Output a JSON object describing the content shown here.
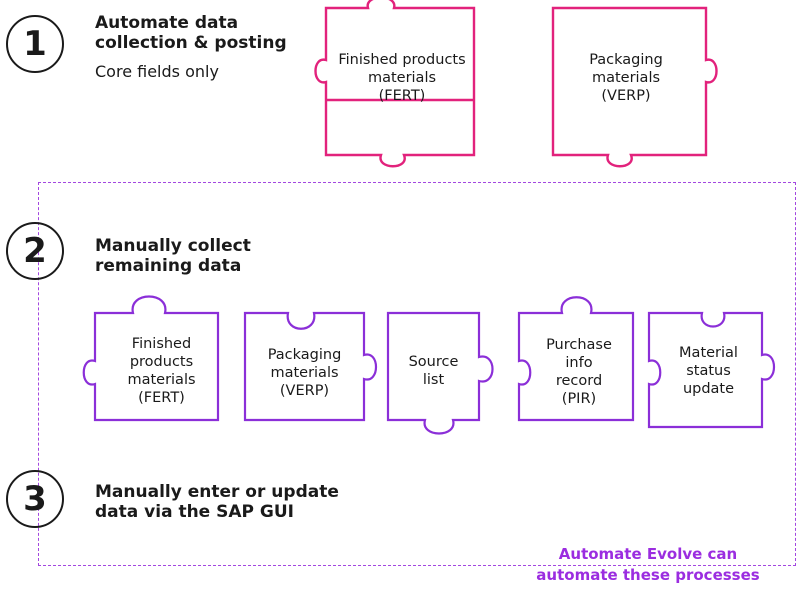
{
  "steps": [
    {
      "number": "1",
      "title": "Automate data\ncollection & posting",
      "subtitle": "Core fields only"
    },
    {
      "number": "2",
      "title": "Manually collect\nremaining data",
      "subtitle": ""
    },
    {
      "number": "3",
      "title": "Manually enter or update\ndata via the SAP GUI",
      "subtitle": ""
    }
  ],
  "automated_pieces": [
    {
      "label": "Finished products\nmaterials\n(FERT)"
    },
    {
      "label": "Packaging\nmaterials\n(VERP)"
    }
  ],
  "manual_pieces": [
    {
      "label": "Finished\nproducts\nmaterials\n(FERT)"
    },
    {
      "label": "Packaging\nmaterials\n(VERP)"
    },
    {
      "label": "Source\nlist"
    },
    {
      "label": "Purchase\ninfo\nrecord\n(PIR)"
    },
    {
      "label": "Material\nstatus\nupdate"
    }
  ],
  "note": "Automate Evolve can\nautomate these processes",
  "colors": {
    "automated": "#e2227c",
    "manual": "#8b2fd8",
    "dashed": "#a347e0",
    "note": "#9b2de0"
  }
}
